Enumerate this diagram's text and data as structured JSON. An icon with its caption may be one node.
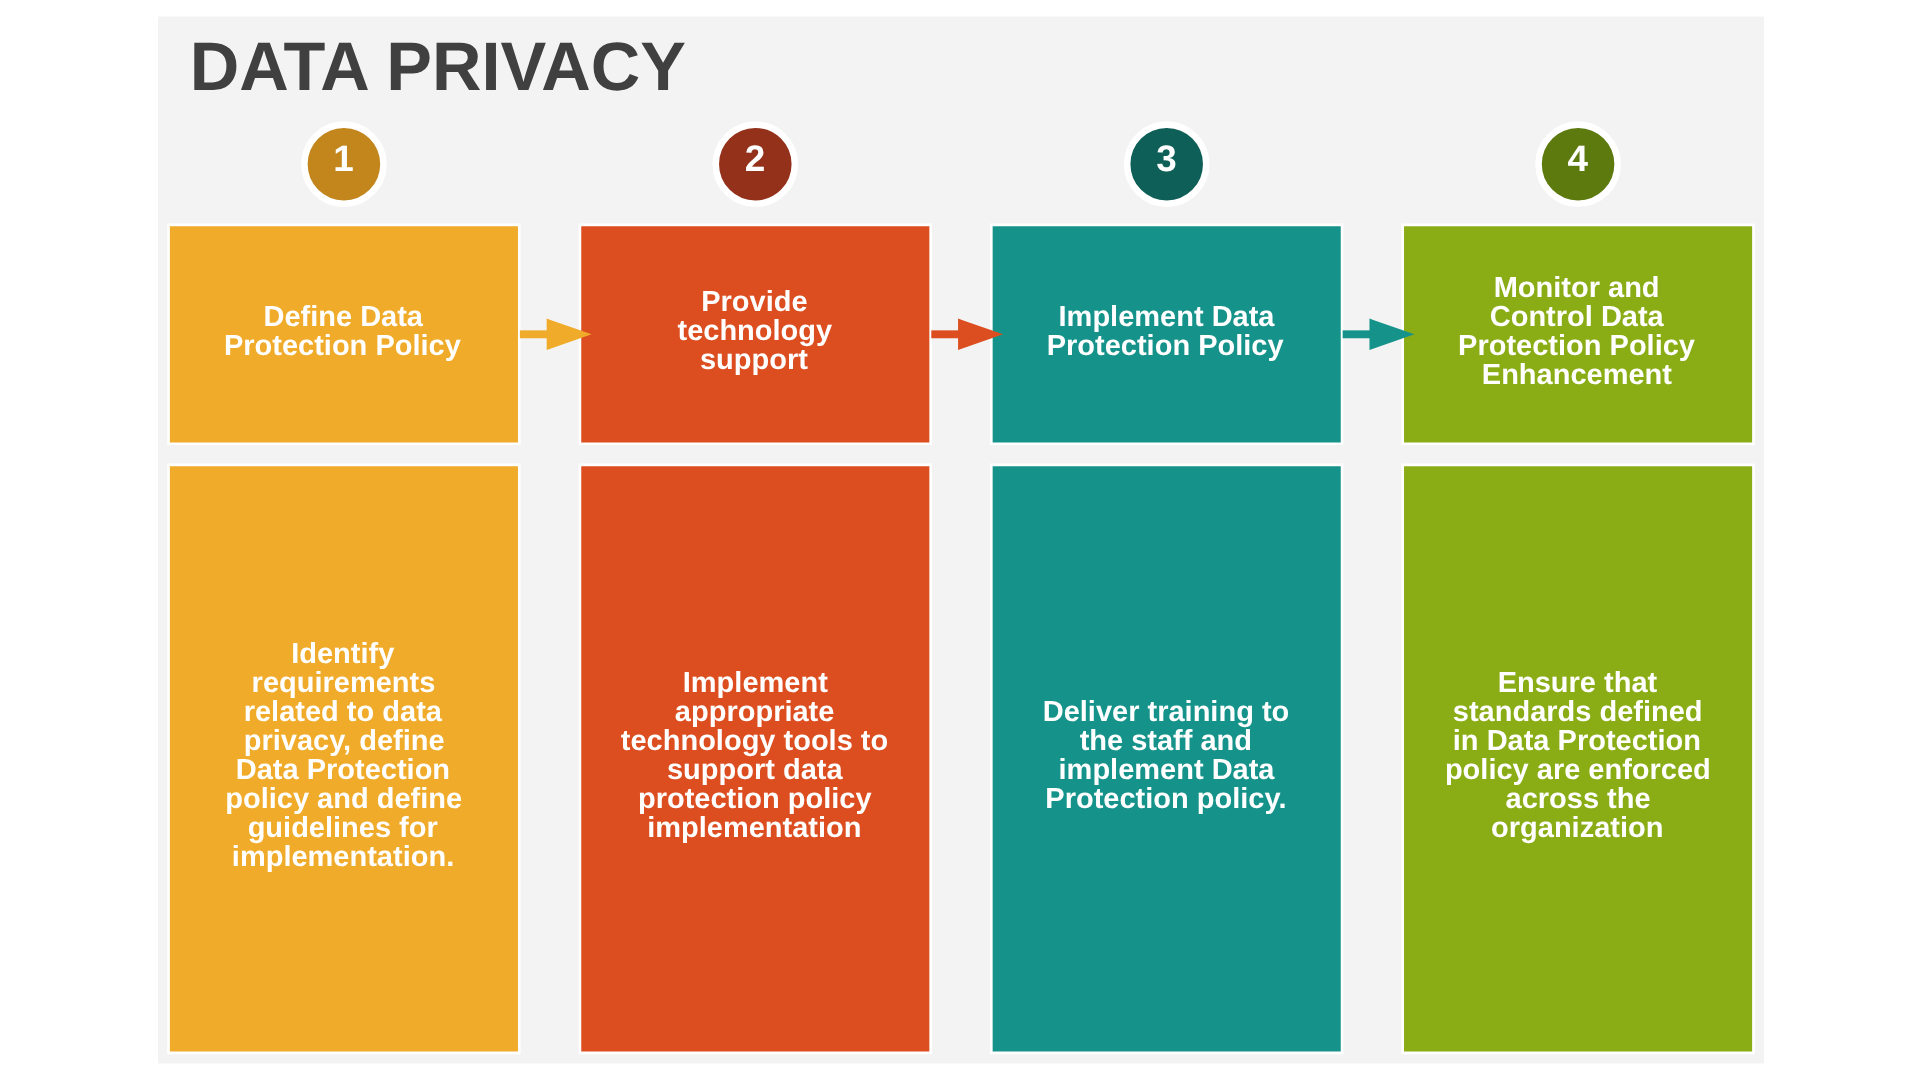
{
  "diagram": {
    "title": "DATA PRIVACY",
    "nodes": [
      {
        "text": [
          "1"
        ]
      },
      {
        "text": [
          "Define Data Protection Policy"
        ]
      },
      {
        "text": [
          "Identify requirements related to data privacy, define Data Protection policy and define guidelines for implementation."
        ]
      },
      {
        "text": [
          "2"
        ]
      },
      {
        "text": [
          "Provide technology support"
        ]
      },
      {
        "text": [
          "Implement appropriate technology tools to support data protection policy implementation"
        ]
      },
      {
        "text": [
          "3"
        ]
      },
      {
        "text": [
          "Implement Data Protection Policy"
        ]
      },
      {
        "text": [
          "Deliver training to the staff and implement Data Protection policy."
        ]
      },
      {
        "text": [
          "4"
        ]
      },
      {
        "text": [
          "Monitor and Control Data Protection Policy Enhancement"
        ]
      },
      {
        "text": [
          "Ensure that standards defined in Data Protection policy are enforced across the organization"
        ]
      }
    ],
    "edges": [
      {
        "from": 1,
        "to": 4,
        "arrow": "to",
        "color": "#f0ab2a"
      },
      {
        "from": 4,
        "to": 7,
        "arrow": "to",
        "color": "#dc4d1f"
      },
      {
        "from": 7,
        "to": 10,
        "arrow": "to",
        "color": "#15938a"
      }
    ]
  }
}
